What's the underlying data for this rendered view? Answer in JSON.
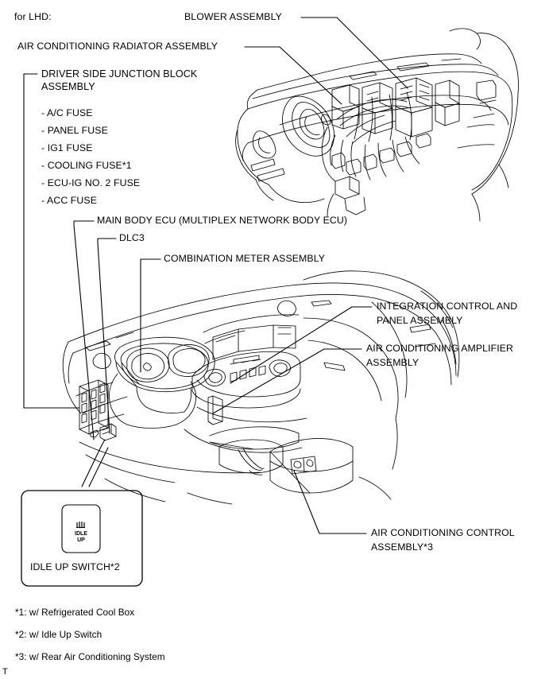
{
  "page": {
    "variant_note": "for LHD:",
    "bottom_marker": "T"
  },
  "callouts": {
    "blower_assembly": "BLOWER ASSEMBLY",
    "ac_radiator_assembly": "AIR CONDITIONING RADIATOR ASSEMBLY",
    "driver_side_junction_block_line1": "DRIVER SIDE JUNCTION BLOCK",
    "driver_side_junction_block_line2": "ASSEMBLY",
    "main_body_ecu": "MAIN BODY ECU (MULTIPLEX NETWORK BODY ECU)",
    "dlc3": "DLC3",
    "combination_meter_assembly": "COMBINATION METER ASSEMBLY",
    "integration_control_line1": "INTEGRATION CONTROL AND",
    "integration_control_line2": "PANEL ASSEMBLY",
    "ac_amplifier_line1": "AIR CONDITIONING AMPLIFIER",
    "ac_amplifier_line2": "ASSEMBLY",
    "ac_control_line1": "AIR CONDITIONING CONTROL",
    "ac_control_line2": "ASSEMBLY*3"
  },
  "fuse_list": [
    "- A/C FUSE",
    "- PANEL FUSE",
    "- IG1 FUSE",
    "- COOLING FUSE*1",
    "- ECU-IG NO. 2 FUSE",
    "- ACC FUSE"
  ],
  "idle_up_box": {
    "caption": "IDLE UP SWITCH*2",
    "switch_line1": "IDLE",
    "switch_line2": "UP"
  },
  "footnotes": [
    "*1: w/ Refrigerated Cool Box",
    "*2: w/ Idle Up Switch",
    "*3: w/ Rear Air Conditioning System"
  ],
  "colors": {
    "line": "#000000",
    "background": "#ffffff",
    "text": "#000000"
  }
}
